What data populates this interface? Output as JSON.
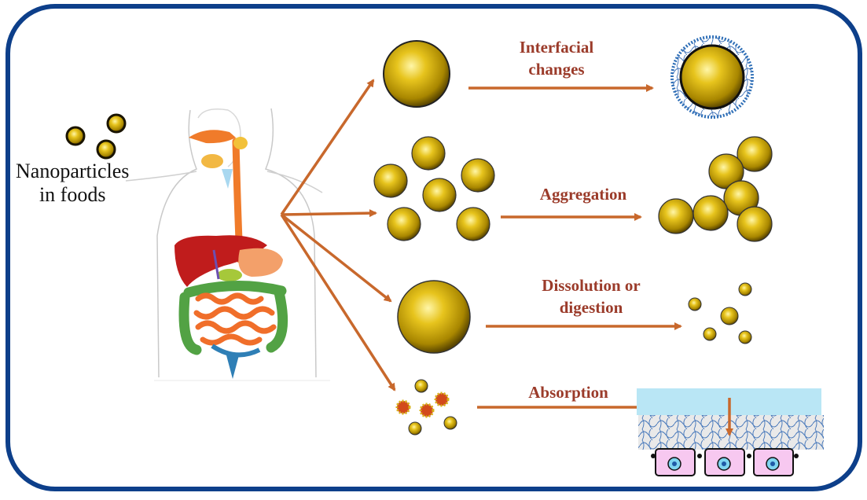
{
  "colors": {
    "border": "#0d3f8a",
    "arrow": "#c8682c",
    "label": "#9b3b2a",
    "particle": "#d7b218",
    "particle_dark": "#7a6200",
    "coating": "#2f6fb7",
    "mucus_layer": "#b9e6f5",
    "cell": "#f7c8f0"
  },
  "source": {
    "line1": "Nanoparticles",
    "line2": "in foods"
  },
  "pathways": [
    {
      "line1": "Interfacial",
      "line2": "changes"
    },
    {
      "line1": "Aggregation",
      "line2": ""
    },
    {
      "line1": "Dissolution or",
      "line2": "digestion"
    },
    {
      "line1": "Absorption",
      "line2": ""
    }
  ]
}
